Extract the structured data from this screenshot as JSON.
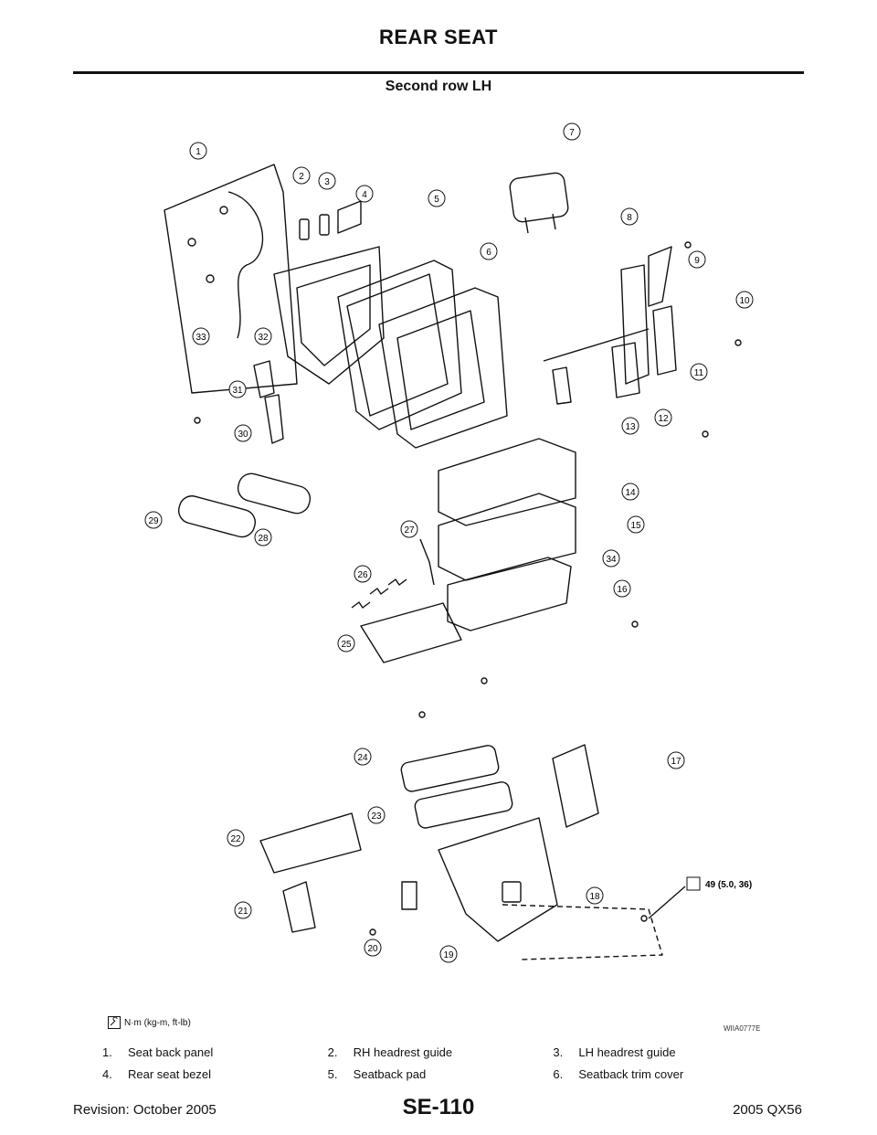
{
  "header": {
    "title": "REAR SEAT",
    "section": "Second row LH"
  },
  "diagram": {
    "figure_id": "WIIA0777E",
    "torque_label": "49 (5.0, 36)",
    "unit_note": "N·m (kg-m, ft-lb)",
    "callouts": [
      "1",
      "2",
      "3",
      "4",
      "5",
      "6",
      "7",
      "8",
      "9",
      "10",
      "11",
      "12",
      "13",
      "14",
      "15",
      "16",
      "17",
      "18",
      "19",
      "20",
      "21",
      "22",
      "23",
      "24",
      "25",
      "26",
      "27",
      "28",
      "29",
      "30",
      "31",
      "32",
      "33",
      "34"
    ]
  },
  "legend": [
    {
      "num": "1.",
      "label": "Seat back panel"
    },
    {
      "num": "2.",
      "label": "RH headrest guide"
    },
    {
      "num": "3.",
      "label": "LH headrest guide"
    },
    {
      "num": "4.",
      "label": "Rear seat bezel"
    },
    {
      "num": "5.",
      "label": "Seatback pad"
    },
    {
      "num": "6.",
      "label": "Seatback trim cover"
    }
  ],
  "footer": {
    "revision": "Revision: October 2005",
    "page": "SE-110",
    "model": "2005 QX56"
  }
}
